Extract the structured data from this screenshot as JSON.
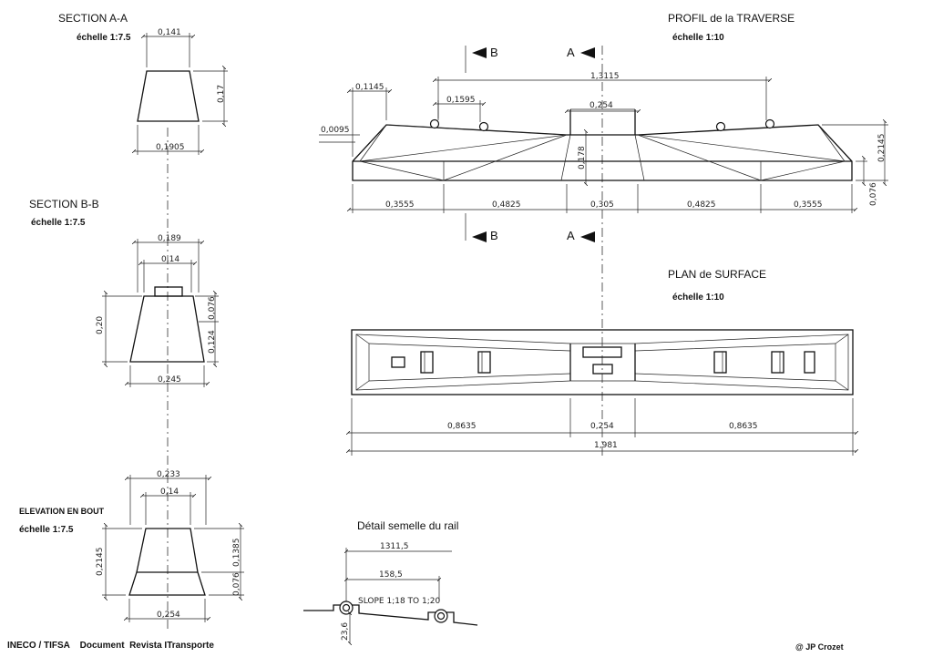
{
  "titles": {
    "section_aa": "SECTION A-A",
    "section_aa_scale": "échelle 1:7.5",
    "section_bb": "SECTION B-B",
    "section_bb_scale": "échelle 1:7.5",
    "elevation": "ELEVATION EN BOUT",
    "elevation_scale": "échelle 1:7.5",
    "profil": "PROFIL de la TRAVERSE",
    "profil_scale": "échelle 1:10",
    "plan": "PLAN de SURFACE",
    "plan_scale": "échelle 1:10",
    "detail": "Détail semelle du rail"
  },
  "section_aa": {
    "top": "0,141",
    "height": "0,17",
    "bottom": "0,1905"
  },
  "section_bb": {
    "outer_top": "0,189",
    "inner_top": "0,14",
    "height": "0,20",
    "upper": "0,076",
    "lower": "0,124",
    "bottom": "0,245"
  },
  "elevation": {
    "outer_top": "0,233",
    "inner_top": "0,14",
    "height": "0,2145",
    "upper": "0,1385",
    "lower": "0,076",
    "bottom": "0,254"
  },
  "profil": {
    "marker_b": "B",
    "marker_a": "A",
    "rail_span": "1,3115",
    "end_offset": "0,1145",
    "clip_spacing": "0,1595",
    "centre_width": "0,254",
    "end_step": "0,0095",
    "centre_height": "0,178",
    "total_height": "0,2145",
    "base_height": "0,076",
    "segments": [
      "0,3555",
      "0,4825",
      "0,305",
      "0,4825",
      "0,3555"
    ]
  },
  "plan": {
    "left": "0,8635",
    "centre": "0,254",
    "right": "0,8635",
    "total": "1,981"
  },
  "detail": {
    "span_long": "1311,5",
    "span_short": "158,5",
    "slope": "SLOPE 1;18 TO 1;20",
    "depth": "23,6"
  },
  "footer": {
    "source": "INECO / TIFSA    Document  Revista ITransporte",
    "copyright": "@ JP Crozet"
  }
}
